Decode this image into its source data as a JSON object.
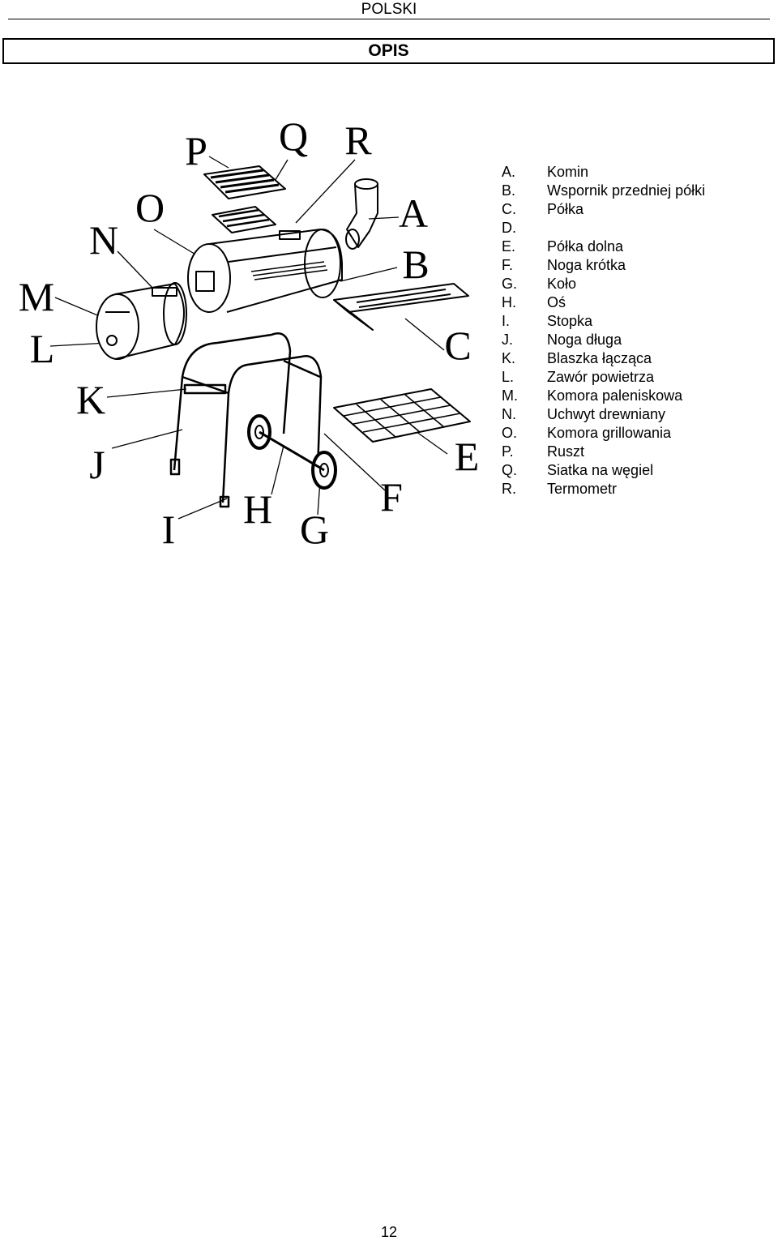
{
  "header": {
    "language": "POLSKI"
  },
  "section": {
    "title": "OPIS"
  },
  "diagram": {
    "callouts": [
      "P",
      "Q",
      "R",
      "O",
      "A",
      "N",
      "B",
      "M",
      "L",
      "C",
      "K",
      "J",
      "E",
      "I",
      "H",
      "G",
      "F"
    ]
  },
  "parts": [
    {
      "letter": "A.",
      "name": "Komin"
    },
    {
      "letter": "B.",
      "name": "Wspornik przedniej półki"
    },
    {
      "letter": "C.",
      "name": "Półka"
    },
    {
      "letter": "D.",
      "name": ""
    },
    {
      "letter": "E.",
      "name": "Półka dolna"
    },
    {
      "letter": "F.",
      "name": "Noga krótka"
    },
    {
      "letter": "G.",
      "name": "Koło"
    },
    {
      "letter": "H.",
      "name": "Oś"
    },
    {
      "letter": "I.",
      "name": "Stopka"
    },
    {
      "letter": "J.",
      "name": "Noga długa"
    },
    {
      "letter": "K.",
      "name": "Blaszka łącząca"
    },
    {
      "letter": "L.",
      "name": "Zawór powietrza"
    },
    {
      "letter": "M.",
      "name": "Komora paleniskowa"
    },
    {
      "letter": "N.",
      "name": "Uchwyt drewniany"
    },
    {
      "letter": "O.",
      "name": "Komora grillowania"
    },
    {
      "letter": "P.",
      "name": "Ruszt"
    },
    {
      "letter": "Q.",
      "name": "Siatka na węgiel"
    },
    {
      "letter": "R.",
      "name": "Termometr"
    }
  ],
  "footer": {
    "page_number": "12"
  }
}
